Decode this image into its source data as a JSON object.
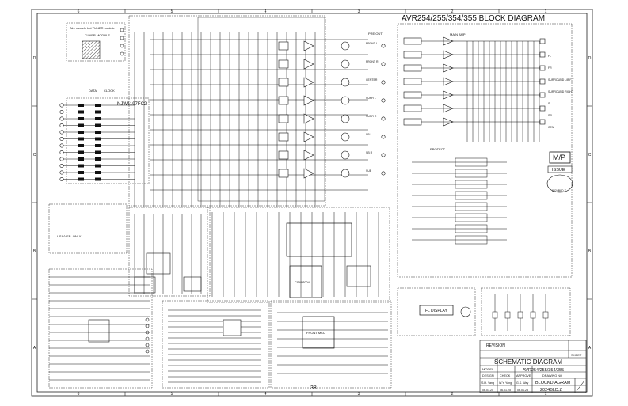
{
  "diagram": {
    "title": "AVR254/255/354/355 BLOCK DIAGRAM",
    "page_number": "38",
    "grid_columns": [
      "6",
      "5",
      "4",
      "3",
      "2",
      "1"
    ],
    "grid_rows": [
      "D",
      "C",
      "B",
      "A"
    ],
    "chip_label": "NJW1197FC2",
    "data_label": "DATA",
    "clock_label": "CLOCK",
    "note_text": "ALL models but TUNER module",
    "tuner_label": "TUNER MODULE",
    "usa_label": "USA/VER. ONLY",
    "dsp_label": "CS497004",
    "mcu_label": "FRONT MCU",
    "display_label": "FL DISPLAY",
    "amp_label": "MAIN AMP",
    "preout_label": "PRE OUT",
    "outputs": [
      "FRONT L",
      "FRONT R",
      "CENTER",
      "SURR L",
      "SURR R",
      "SB L",
      "SB R",
      "SUB"
    ],
    "speaker_outputs": [
      "FL",
      "FR",
      "SURROUND L/B F T",
      "SURROUND RIGHT",
      "SL",
      "SR",
      "CEN"
    ],
    "protect_label": "PROTECT",
    "logo": {
      "mark": "M/P",
      "issue": "ISSUE",
      "code": "2024BLD.Z"
    }
  },
  "title_block": {
    "revision_label": "REVISION",
    "sheet_label": "SHEET",
    "heading": "SCHEMATIC DIAGRAM",
    "model_label": "MODEL",
    "model_value": "AVR254/255/354/355",
    "design_label": "DESIGN",
    "check_label": "CHECK",
    "approve_label": "APPROVE",
    "drawing_label": "DRAWING NO",
    "design_name": "S.H. Yang",
    "check_name": "W.Y. Yang",
    "approve_name": "G.S. Way",
    "drawing_title": "BLOCKDIAGRAM",
    "date1": "06.01.25",
    "date2": "06.01.25",
    "date3": "06.01.25",
    "drawing_no": "2024BLD.Z"
  }
}
